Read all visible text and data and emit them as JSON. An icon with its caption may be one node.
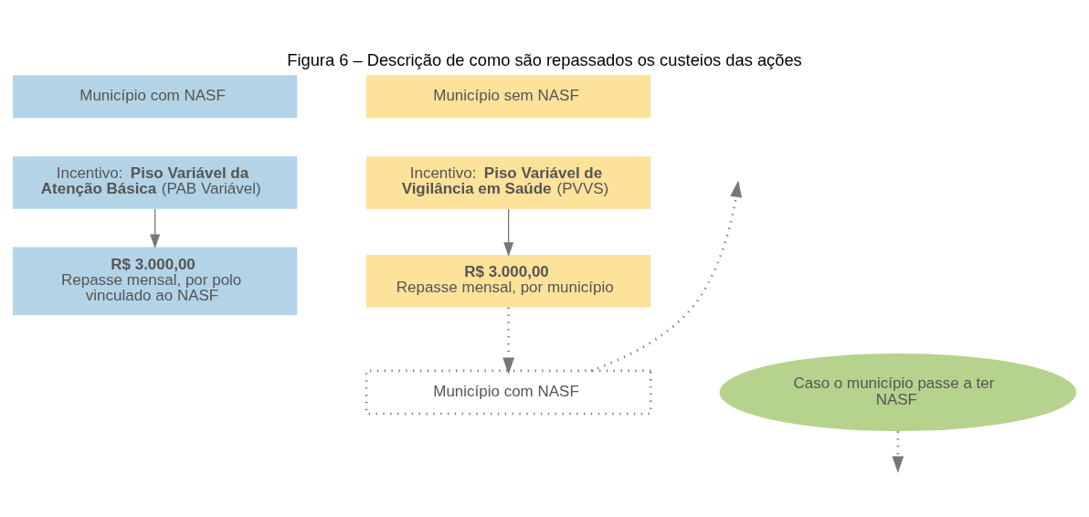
{
  "diagram": {
    "title": "Figura 6 – Descrição de como são repassados os custeios das ações",
    "nodes": [
      {
        "text": [
          "Município com NASF"
        ]
      },
      {
        "text": [
          "Incentivo: **Piso Variável da Atenção Básica** (PAB Variável)"
        ]
      },
      {
        "text": [
          "**R$ 3.000,00**",
          "Repasse mensal, por polo vinculado ao NASF"
        ]
      },
      {
        "text": [
          "Município sem NASF"
        ]
      },
      {
        "text": [
          "Incentivo: **Piso Variável de Vigilância em Saúde** (PVVS)"
        ]
      },
      {
        "text": [
          "**R$ 3.000,00**",
          "Repasse mensal, por município"
        ]
      },
      {
        "text": [
          "Caso o município passe a ter NASF"
        ]
      },
      {
        "text": [
          "Município com NASF"
        ]
      }
    ],
    "edges": [
      {
        "from": 1,
        "to": 2,
        "arrow": "to"
      },
      {
        "from": 4,
        "to": 5,
        "arrow": "to"
      },
      {
        "from": 5,
        "to": 7,
        "arrow": "to",
        "style": "dashed"
      },
      {
        "from": 6,
        "to": null,
        "arrow": "to",
        "style": "dashed"
      },
      {
        "from": 7,
        "to": null,
        "arrow": "to",
        "style": "dashed"
      }
    ]
  }
}
